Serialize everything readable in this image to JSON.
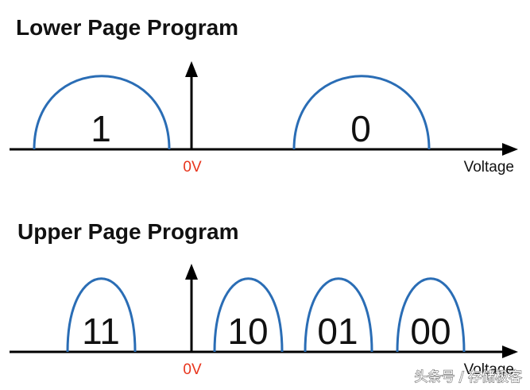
{
  "colors": {
    "curve": "#2a6db5",
    "axis": "#000000",
    "zero_label": "#e8341c",
    "text": "#111111"
  },
  "lower_page": {
    "title": "Lower Page Program",
    "zero_label": "0V",
    "axis_label": "Voltage",
    "states": [
      "1",
      "0"
    ]
  },
  "upper_page": {
    "title": "Upper Page Program",
    "zero_label": "0V",
    "axis_label": "Voltage",
    "states": [
      "11",
      "10",
      "01",
      "00"
    ]
  },
  "watermark": "头条号 / 存储极客"
}
